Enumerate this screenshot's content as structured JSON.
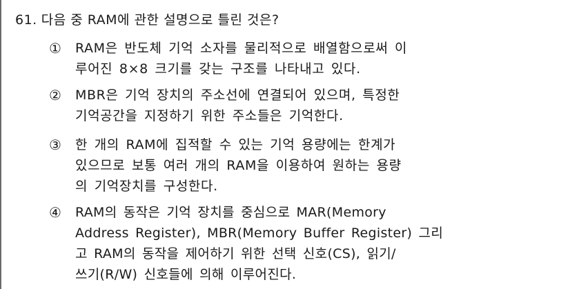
{
  "question": {
    "number": "61.",
    "text": "다음 중 RAM에 관한 설명으로 틀린 것은?"
  },
  "options": [
    {
      "marker": "①",
      "lines": [
        "RAM은 반도체 기억 소자를 물리적으로 배열함으로써 이",
        "루어진 8×8 크기를 갖는 구조를 나타내고 있다."
      ]
    },
    {
      "marker": "②",
      "lines": [
        "MBR은 기억 장치의 주소선에 연결되어 있으며, 특정한",
        "기억공간을 지정하기 위한 주소들은 기억한다."
      ]
    },
    {
      "marker": "③",
      "lines": [
        "한 개의 RAM에 집적할 수 있는 기억 용량에는 한계가",
        "있으므로 보통 여러 개의 RAM을 이용하여 원하는 용량",
        "의 기억장치를 구성한다."
      ]
    },
    {
      "marker": "④",
      "lines": [
        "RAM의 동작은 기억 장치를 중심으로 MAR(Memory",
        "Address Register), MBR(Memory Buffer Register) 그리",
        "고 RAM의 동작을 제어하기 위한 선택 신호(CS), 읽기/",
        "쓰기(R/W) 신호들에 의해 이루어진다."
      ]
    }
  ]
}
